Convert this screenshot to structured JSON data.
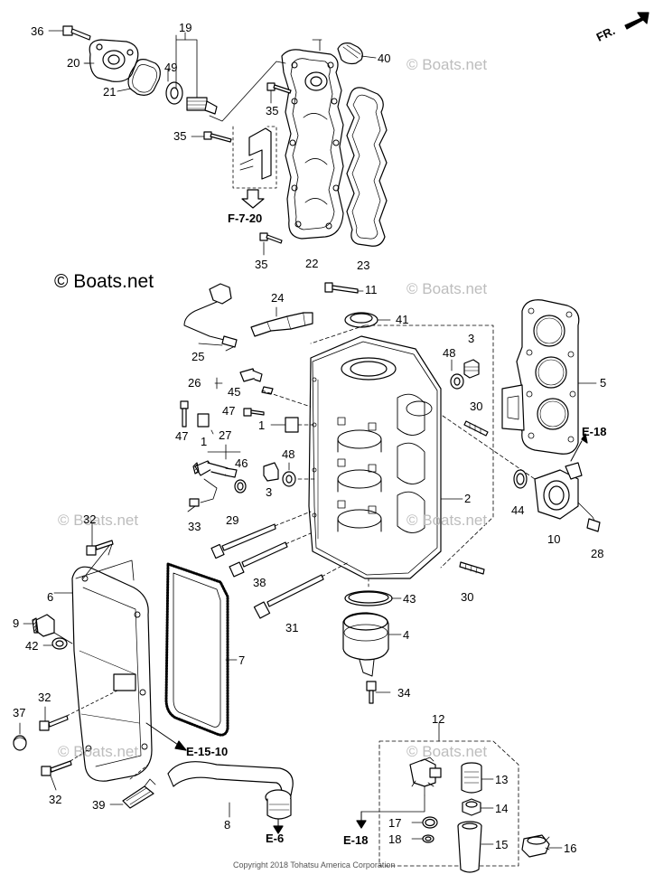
{
  "direction_label": "FR.",
  "watermark": "© Boats.net",
  "watermark_faint": "© Boats.net",
  "copyright": "Copyright 2018 Tohatsu America Corporation",
  "refs": {
    "f720": "F-7-20",
    "e18a": "E-18",
    "e1510": "E-15-10",
    "e6": "E-6",
    "e18b": "E-18"
  },
  "callouts": {
    "c36": "36",
    "c19": "19",
    "c20": "20",
    "c49": "49",
    "c40": "40",
    "c21": "21",
    "c35a": "35",
    "c35b": "35",
    "c35c": "35",
    "c22": "22",
    "c23": "23",
    "c11": "11",
    "c24": "24",
    "c41": "41",
    "c25": "25",
    "c3a": "3",
    "c48a": "48",
    "c5": "5",
    "c26": "26",
    "c45": "45",
    "c30a": "30",
    "c47a": "47",
    "c1a": "1",
    "c47b": "47",
    "c1b": "1",
    "c27": "27",
    "c48b": "48",
    "c46": "46",
    "c3b": "3",
    "c2": "2",
    "c44": "44",
    "c10": "10",
    "c28": "28",
    "c33": "33",
    "c29": "29",
    "c32a": "32",
    "c38": "38",
    "c30b": "30",
    "c6": "6",
    "c43": "43",
    "c9": "9",
    "c31": "31",
    "c4": "4",
    "c42": "42",
    "c7": "7",
    "c34": "34",
    "c32b": "32",
    "c37": "37",
    "c12": "12",
    "c13": "13",
    "c32c": "32",
    "c14": "14",
    "c39": "39",
    "c8": "8",
    "c17": "17",
    "c15": "15",
    "c18": "18",
    "c16": "16"
  }
}
